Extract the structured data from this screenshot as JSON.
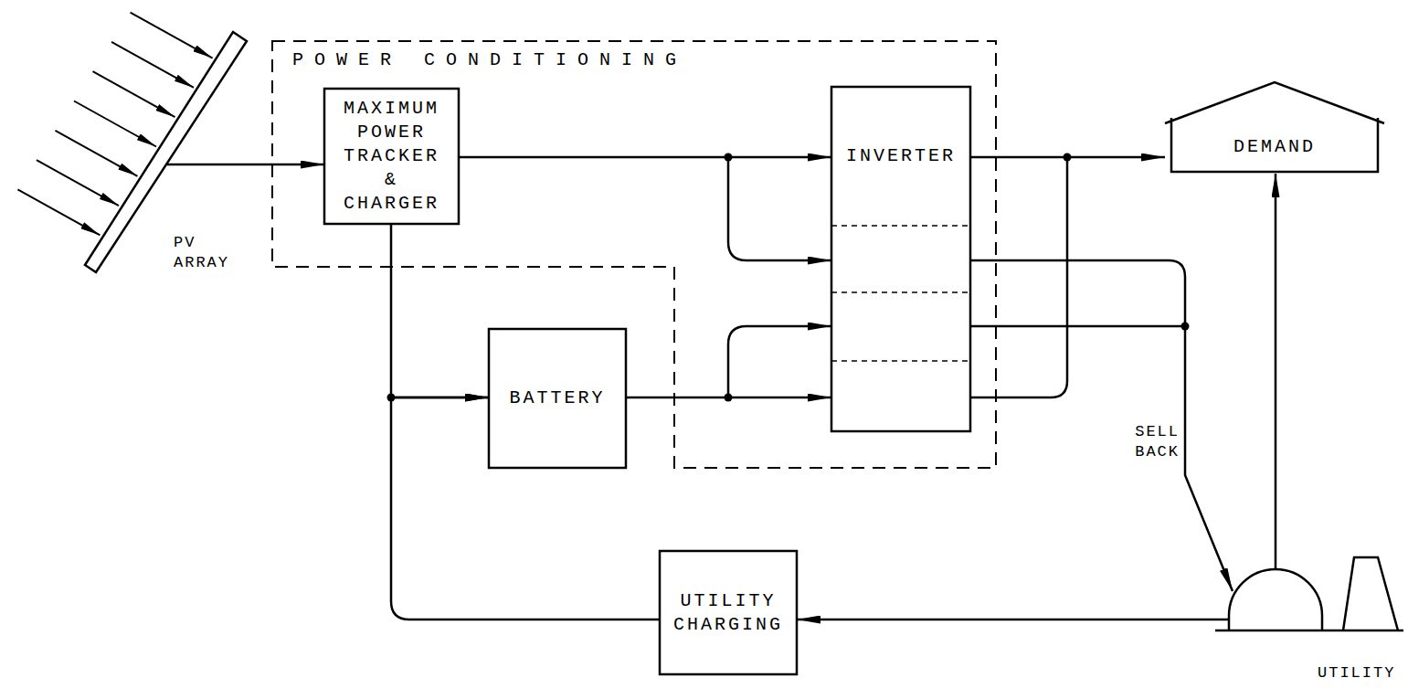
{
  "diagram": {
    "nodes": [
      {
        "text": [
          "PV ARRAY"
        ]
      },
      {
        "text": [
          "POWER CONDITIONING"
        ]
      },
      {
        "text": [
          "MAXIMUM POWER TRACKER & CHARGER"
        ],
        "in": 1
      },
      {
        "text": [
          "INVERTER"
        ],
        "in": 1
      },
      {
        "text": [
          "DEMAND"
        ]
      },
      {
        "text": [
          "BATTERY"
        ]
      },
      {
        "text": [
          "UTILITY CHARGING"
        ]
      },
      {
        "text": [
          "UTILITY"
        ]
      }
    ],
    "edges": [
      {
        "from": 0,
        "to": 2,
        "arrow": "to"
      },
      {
        "from": 2,
        "to": 3,
        "arrow": "to"
      },
      {
        "from": 2,
        "to": 5,
        "arrow": "to"
      },
      {
        "from": 5,
        "to": 3,
        "arrow": "to"
      },
      {
        "from": 3,
        "to": 4,
        "arrow": "to"
      },
      {
        "from": 3,
        "to": 7,
        "label": "SELL BACK",
        "arrow": "to"
      },
      {
        "from": 7,
        "to": 4,
        "arrow": "to"
      },
      {
        "from": 7,
        "to": 6,
        "arrow": "to"
      },
      {
        "from": 6,
        "to": 5,
        "arrow": "to"
      }
    ]
  }
}
